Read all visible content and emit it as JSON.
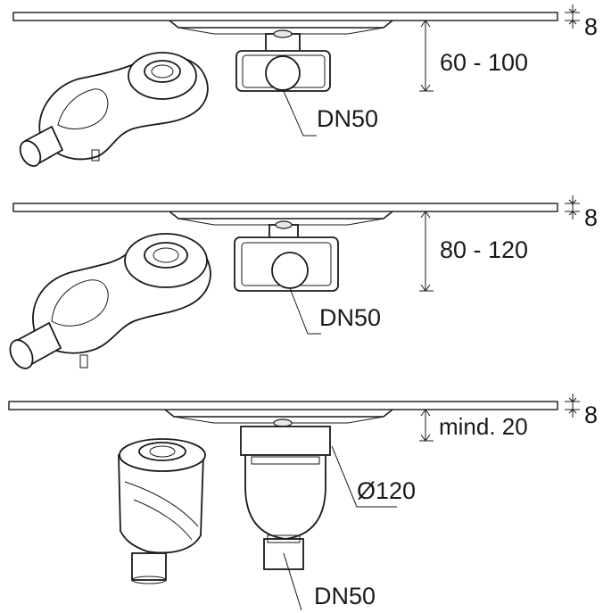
{
  "views": [
    {
      "id": "view-1",
      "plate_thickness": "8",
      "height_range": "60 - 100",
      "outlet_label": "DN50"
    },
    {
      "id": "view-2",
      "plate_thickness": "8",
      "height_range": "80 - 120",
      "outlet_label": "DN50"
    },
    {
      "id": "view-3",
      "plate_thickness": "8",
      "height_range": "mind. 20",
      "diameter_label": "Ø120",
      "outlet_label": "DN50"
    }
  ]
}
